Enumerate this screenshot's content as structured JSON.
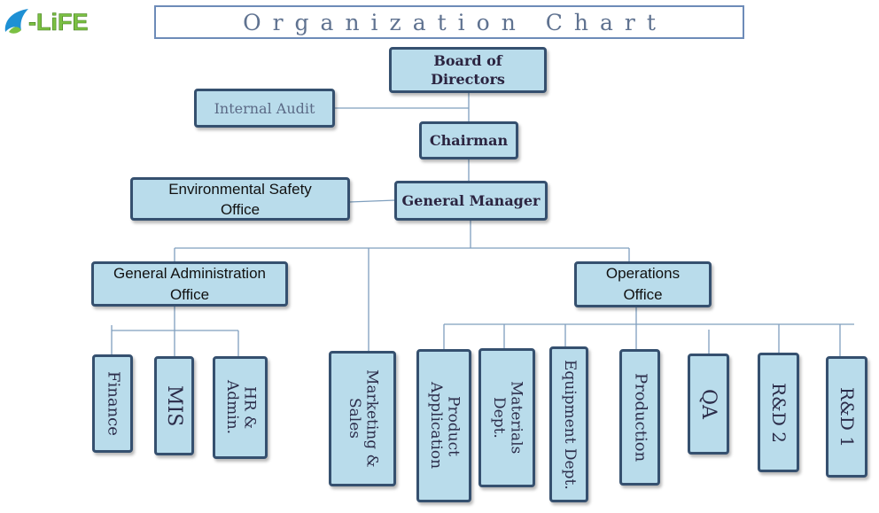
{
  "logo": {
    "text": "-LiFE"
  },
  "title": "Organization Chart",
  "nodes": {
    "board": "Board of Directors",
    "internal_audit": "Internal Audit",
    "chairman": "Chairman",
    "env_safety": "Environmental Safety Office",
    "general_manager": "General Manager",
    "gen_admin": "General Administration Office",
    "operations": "Operations Office",
    "finance": "Finance",
    "mis": "MIS",
    "hr_admin": "HR & Admin.",
    "marketing_sales": "Marketing & Sales",
    "product_application": "Product Application",
    "materials_dept": "Materials Dept.",
    "equipment_dept": "Equipment Dept.",
    "production": "Production",
    "qa": "QA",
    "rd2": "R&D 2",
    "rd1": "R&D 1"
  },
  "colors": {
    "box_fill": "#b9dceb",
    "box_border": "#35506f",
    "connector": "#7f9fbe",
    "title_border": "#6d8bb8",
    "logo_green": "#7bc043",
    "logo_blue": "#1e90d4"
  }
}
